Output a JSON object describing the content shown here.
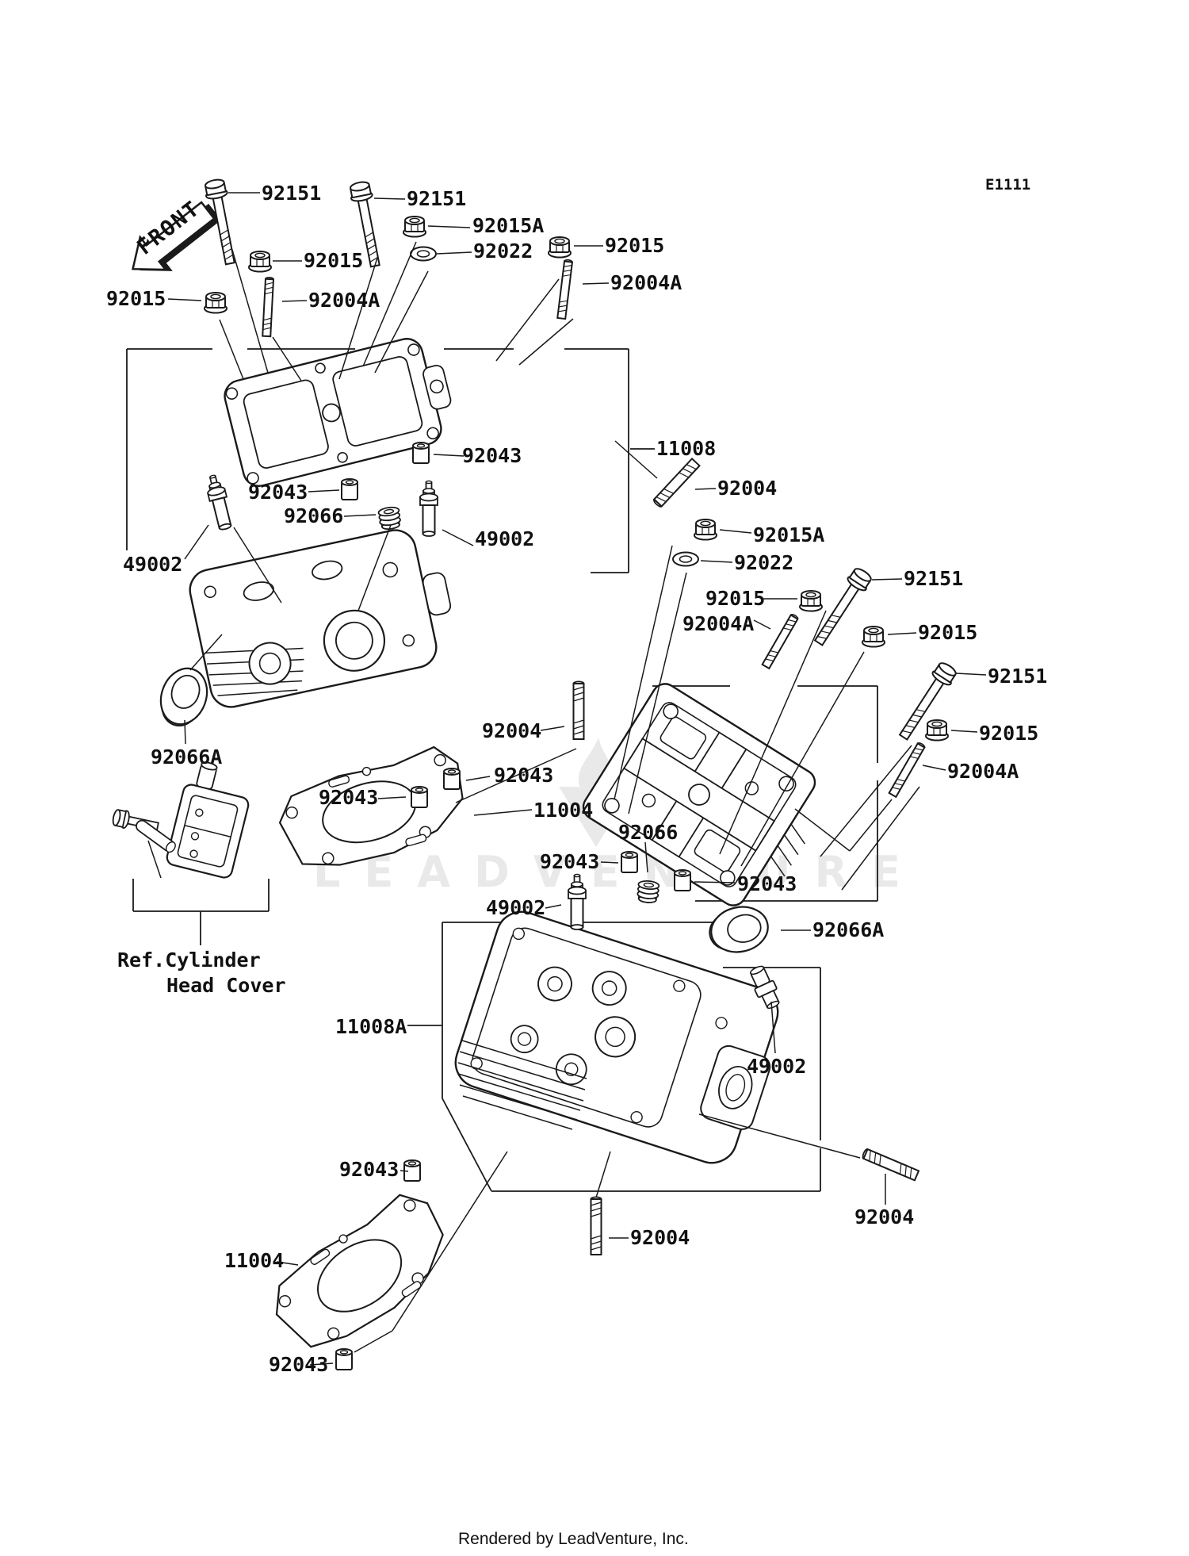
{
  "diagram": {
    "code": "E1111",
    "direction_flag": "FRONT",
    "watermark": "LEADVENTURE",
    "footer": "Rendered by LeadVenture, Inc.",
    "ref_note": {
      "line1": "Ref.Cylinder",
      "line2": "Head Cover"
    },
    "callouts": {
      "c01": "92151",
      "c02": "92151",
      "c03": "92015A",
      "c04": "92022",
      "c05": "92015",
      "c06": "92015",
      "c07": "92004A",
      "c08": "92015",
      "c09": "92004A",
      "c10": "11008",
      "c11": "92043",
      "c12": "49002",
      "c13": "92043",
      "c14": "92066",
      "c15": "49002",
      "c16": "92066A",
      "c17": "92004",
      "c18": "92015A",
      "c19": "92022",
      "c20": "92151",
      "c21": "92015",
      "c22": "92004A",
      "c23": "92015",
      "c24": "92151",
      "c25": "92015",
      "c26": "92004A",
      "c27": "92004",
      "c28": "92043",
      "c29": "92043",
      "c30": "11004",
      "c31": "92066",
      "c32": "92043",
      "c33": "92043",
      "c34": "92066A",
      "c35": "49002",
      "c36": "11008A",
      "c37": "49002",
      "c38": "92043",
      "c39": "92004",
      "c40": "92004",
      "c41": "11004",
      "c42": "92043"
    }
  }
}
